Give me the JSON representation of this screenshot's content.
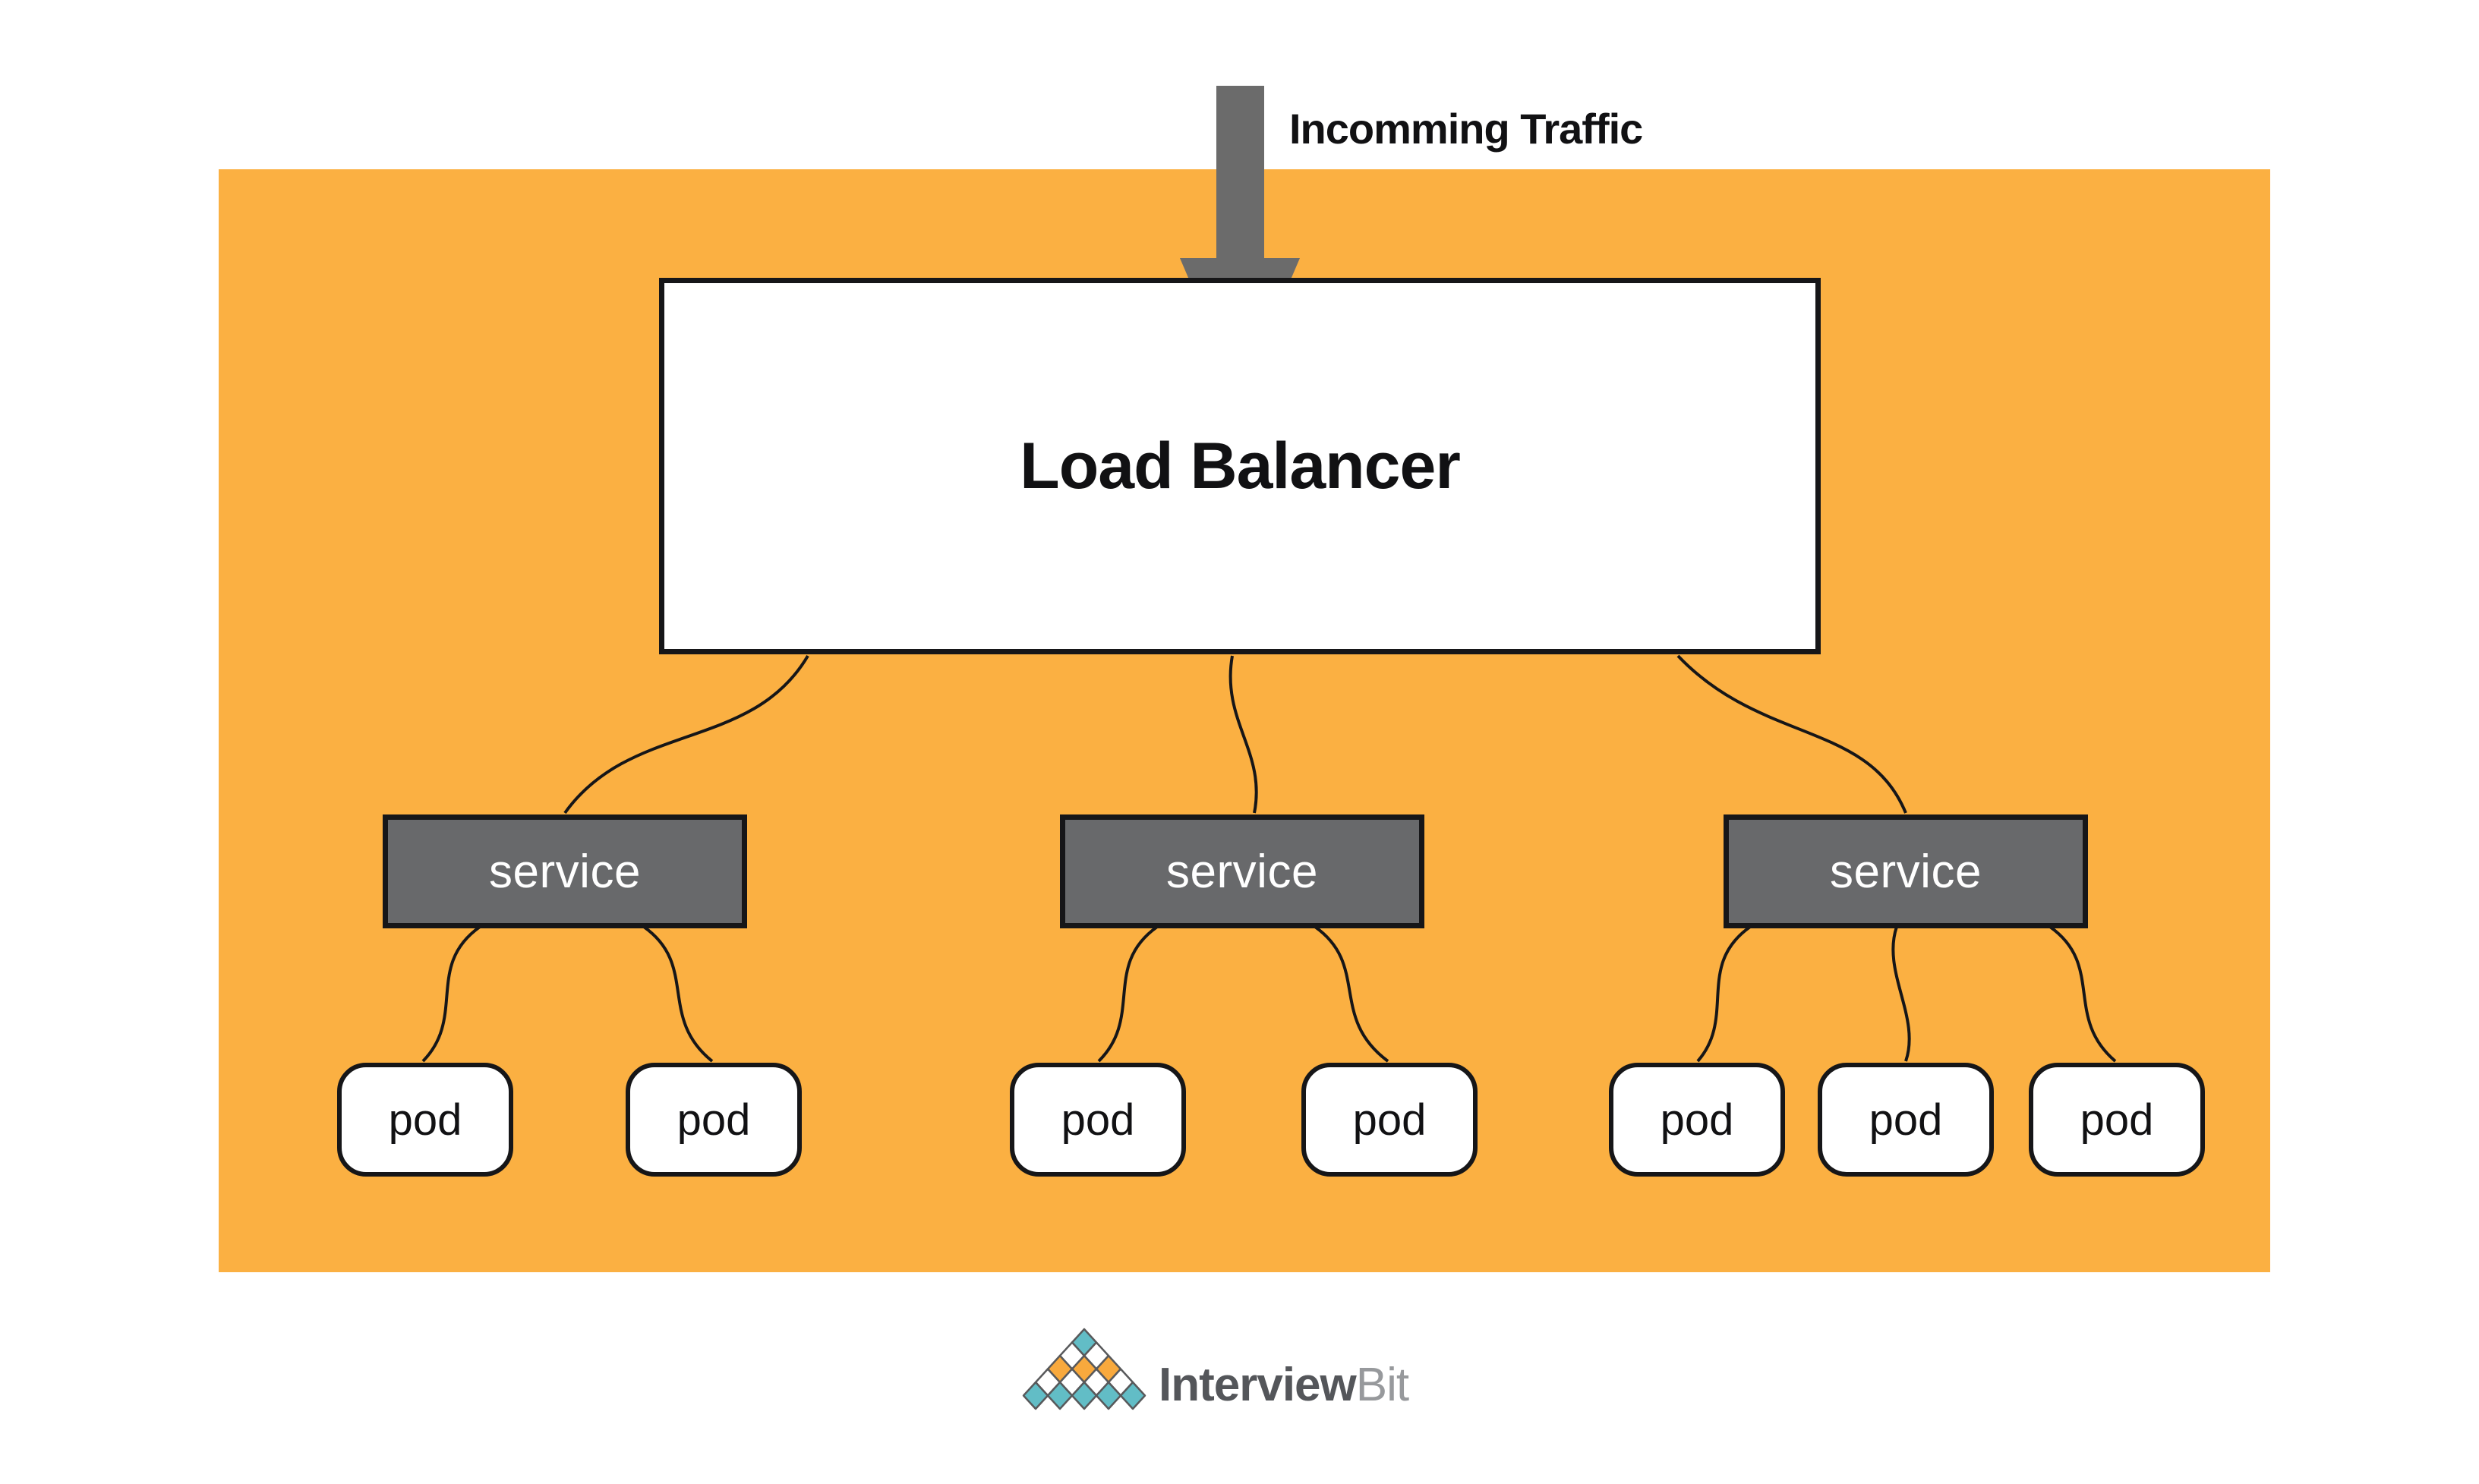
{
  "colors": {
    "canvas_bg": "#FBB042",
    "arrow_gray": "#6B6B6B",
    "node_gray": "#68696B",
    "border_dark": "#161618",
    "lb_fill": "#FFFFFF",
    "pod_fill": "#FFFFFF",
    "text_dark": "#111113",
    "text_light": "#FFFFFF",
    "logo_teal": "#62BDC6",
    "logo_orange": "#F8A93D",
    "logo_outline": "#58595B",
    "logo_text_primary": "#54565A",
    "logo_text_secondary": "#97999C"
  },
  "diagram": {
    "incoming_traffic_label": "Incomming Traffic",
    "load_balancer": {
      "label": "Load Balancer"
    },
    "services": [
      {
        "label": "service"
      },
      {
        "label": "service"
      },
      {
        "label": "service"
      }
    ],
    "pods": [
      {
        "label": "pod"
      },
      {
        "label": "pod"
      },
      {
        "label": "pod"
      },
      {
        "label": "pod"
      },
      {
        "label": "pod"
      },
      {
        "label": "pod"
      },
      {
        "label": "pod"
      }
    ]
  },
  "branding": {
    "logo_text_primary": "Interview",
    "logo_text_secondary": "Bit"
  }
}
